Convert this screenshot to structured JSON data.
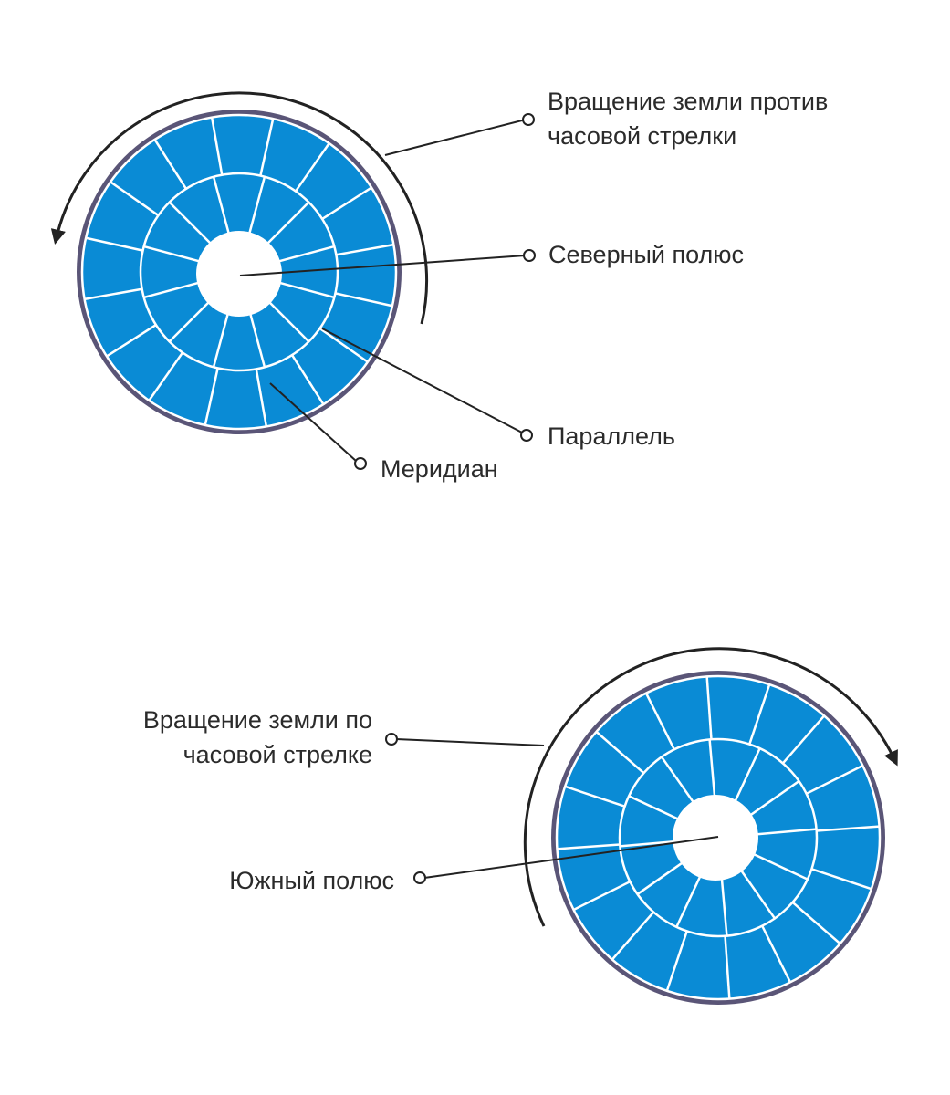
{
  "colors": {
    "globe_fill": "#0A8BD5",
    "grid_line": "#ffffff",
    "rim": "#5A5577",
    "leader": "#222222",
    "text": "#2b2b2b"
  },
  "north": {
    "rotation_label": "Вращение земли против часовой стрелки",
    "rotation_label_line1": "Вращение земли против",
    "rotation_label_line2": "часовой стрелки",
    "pole_label": "Северный полюс",
    "parallel_label": "Параллель",
    "meridian_label": "Меридиан",
    "rotation_direction": "counterclockwise"
  },
  "south": {
    "rotation_label_line1": "Вращение земли по",
    "rotation_label_line2": "часовой стрелке",
    "pole_label": "Южный полюс",
    "rotation_direction": "clockwise"
  }
}
